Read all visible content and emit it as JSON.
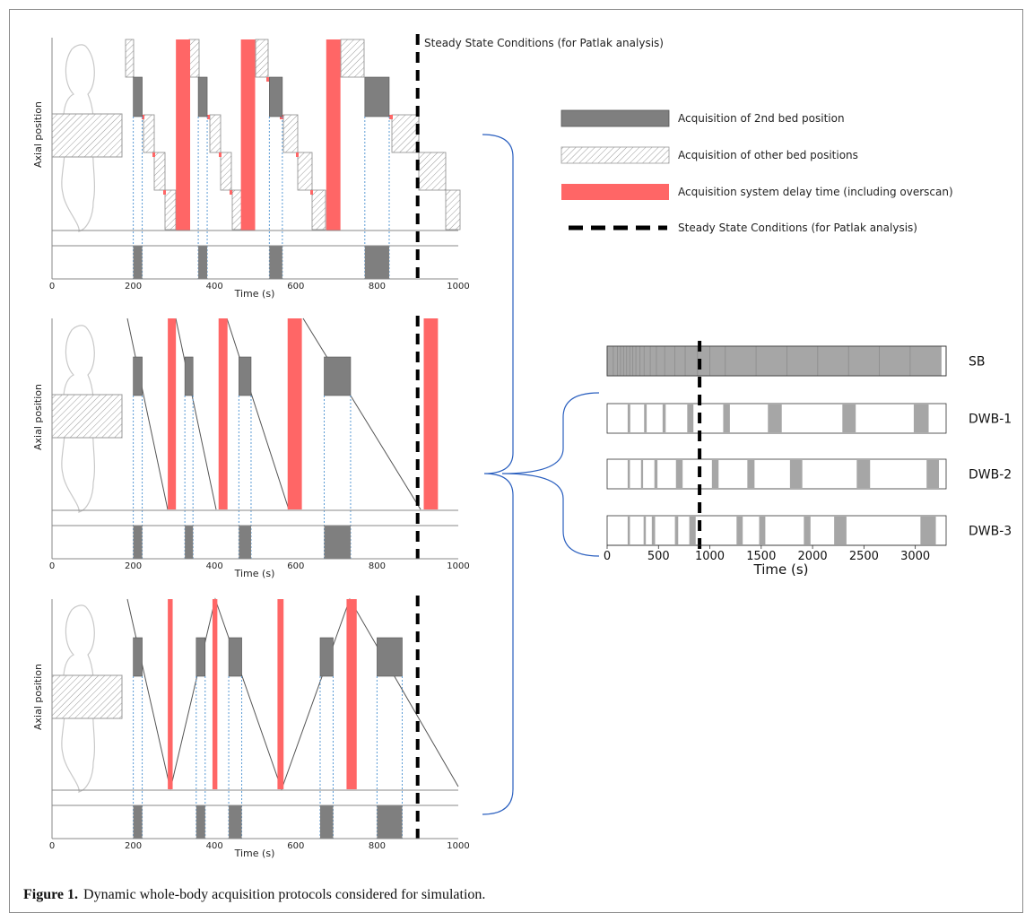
{
  "figure": {
    "steady_state_label": "Steady State Conditions (for Patlak analysis)",
    "caption_label": "Figure 1.",
    "caption_text": "Dynamic whole-body acquisition protocols considered for simulation."
  },
  "legend": {
    "items": [
      {
        "label": "Acquisition of 2nd bed position",
        "kind": "dark",
        "color": "#7f7f7f"
      },
      {
        "label": "Acquisition of other bed positions",
        "kind": "hatch",
        "color": "#bdbdbd"
      },
      {
        "label": "Acquisition system delay time (including overscan)",
        "kind": "red",
        "color": "#ff6666"
      },
      {
        "label": "Steady State Conditions (for Patlak analysis)",
        "kind": "dash",
        "color": "#000000"
      }
    ]
  },
  "colors": {
    "dark": "#7f7f7f",
    "red": "#ff6666",
    "light_gray": "#a6a6a6",
    "brace": "#2a5fbf",
    "blue_dotted": "#5b9bd5"
  },
  "chart_data": [
    {
      "type": "bar",
      "id": "protocol-1",
      "xlabel": "Time (s)",
      "ylabel": "Axial position",
      "xlim": [
        0,
        1000
      ],
      "xticks": [
        0,
        200,
        400,
        600,
        800,
        1000
      ],
      "steady_state_time": 900,
      "second_bed_intervals": [
        [
          200,
          222
        ],
        [
          360,
          382
        ],
        [
          535,
          567
        ],
        [
          770,
          830
        ]
      ],
      "delay_intervals": [
        [
          305,
          340
        ],
        [
          465,
          500
        ],
        [
          675,
          710
        ]
      ]
    },
    {
      "type": "bar",
      "id": "protocol-2",
      "xlabel": "Time (s)",
      "ylabel": "Axial position",
      "xlim": [
        0,
        1000
      ],
      "xticks": [
        0,
        200,
        400,
        600,
        800,
        1000
      ],
      "steady_state_time": 900,
      "second_bed_intervals": [
        [
          200,
          222
        ],
        [
          327,
          347
        ],
        [
          460,
          490
        ],
        [
          670,
          735
        ]
      ],
      "delay_intervals": [
        [
          285,
          305
        ],
        [
          410,
          432
        ],
        [
          580,
          615
        ],
        [
          915,
          950
        ]
      ]
    },
    {
      "type": "bar",
      "id": "protocol-3",
      "xlabel": "Time (s)",
      "ylabel": "Axial position",
      "xlim": [
        0,
        1000
      ],
      "xticks": [
        0,
        200,
        400,
        600,
        800,
        1000
      ],
      "steady_state_time": 900,
      "second_bed_intervals": [
        [
          200,
          222
        ],
        [
          355,
          377
        ],
        [
          435,
          467
        ],
        [
          660,
          692
        ],
        [
          800,
          862
        ]
      ],
      "delay_intervals": [
        [
          285,
          297
        ],
        [
          395,
          407
        ],
        [
          555,
          570
        ],
        [
          725,
          750
        ]
      ]
    },
    {
      "type": "bar",
      "id": "protocol-summary",
      "xlabel": "Time (s)",
      "xlim": [
        0,
        3300
      ],
      "xticks": [
        0,
        500,
        1000,
        1500,
        2000,
        2500,
        3000
      ],
      "steady_state_time": 900,
      "series": [
        {
          "name": "SB",
          "frame_boundaries": [
            0,
            60,
            100,
            130,
            160,
            190,
            220,
            250,
            280,
            320,
            360,
            420,
            480,
            560,
            660,
            760,
            880,
            1000,
            1150,
            1450,
            1750,
            2050,
            2350,
            2650,
            2950,
            3250
          ],
          "end": 3250
        },
        {
          "name": "DWB-1",
          "intervals": [
            [
              200,
              225
            ],
            [
              360,
              385
            ],
            [
              540,
              570
            ],
            [
              780,
              840
            ],
            [
              1130,
              1195
            ],
            [
              1565,
              1700
            ],
            [
              2290,
              2420
            ],
            [
              2985,
              3130
            ]
          ],
          "end": 3300
        },
        {
          "name": "DWB-2",
          "intervals": [
            [
              200,
              222
            ],
            [
              330,
              350
            ],
            [
              460,
              490
            ],
            [
              670,
              735
            ],
            [
              1020,
              1085
            ],
            [
              1365,
              1435
            ],
            [
              1780,
              1900
            ],
            [
              2430,
              2560
            ],
            [
              3110,
              3230
            ]
          ],
          "end": 3300
        },
        {
          "name": "DWB-3",
          "intervals": [
            [
              200,
              222
            ],
            [
              355,
              377
            ],
            [
              435,
              467
            ],
            [
              660,
              692
            ],
            [
              800,
              862
            ],
            [
              1260,
              1320
            ],
            [
              1480,
              1540
            ],
            [
              1915,
              1980
            ],
            [
              2210,
              2330
            ],
            [
              3050,
              3200
            ]
          ],
          "end": 3300
        }
      ]
    }
  ]
}
